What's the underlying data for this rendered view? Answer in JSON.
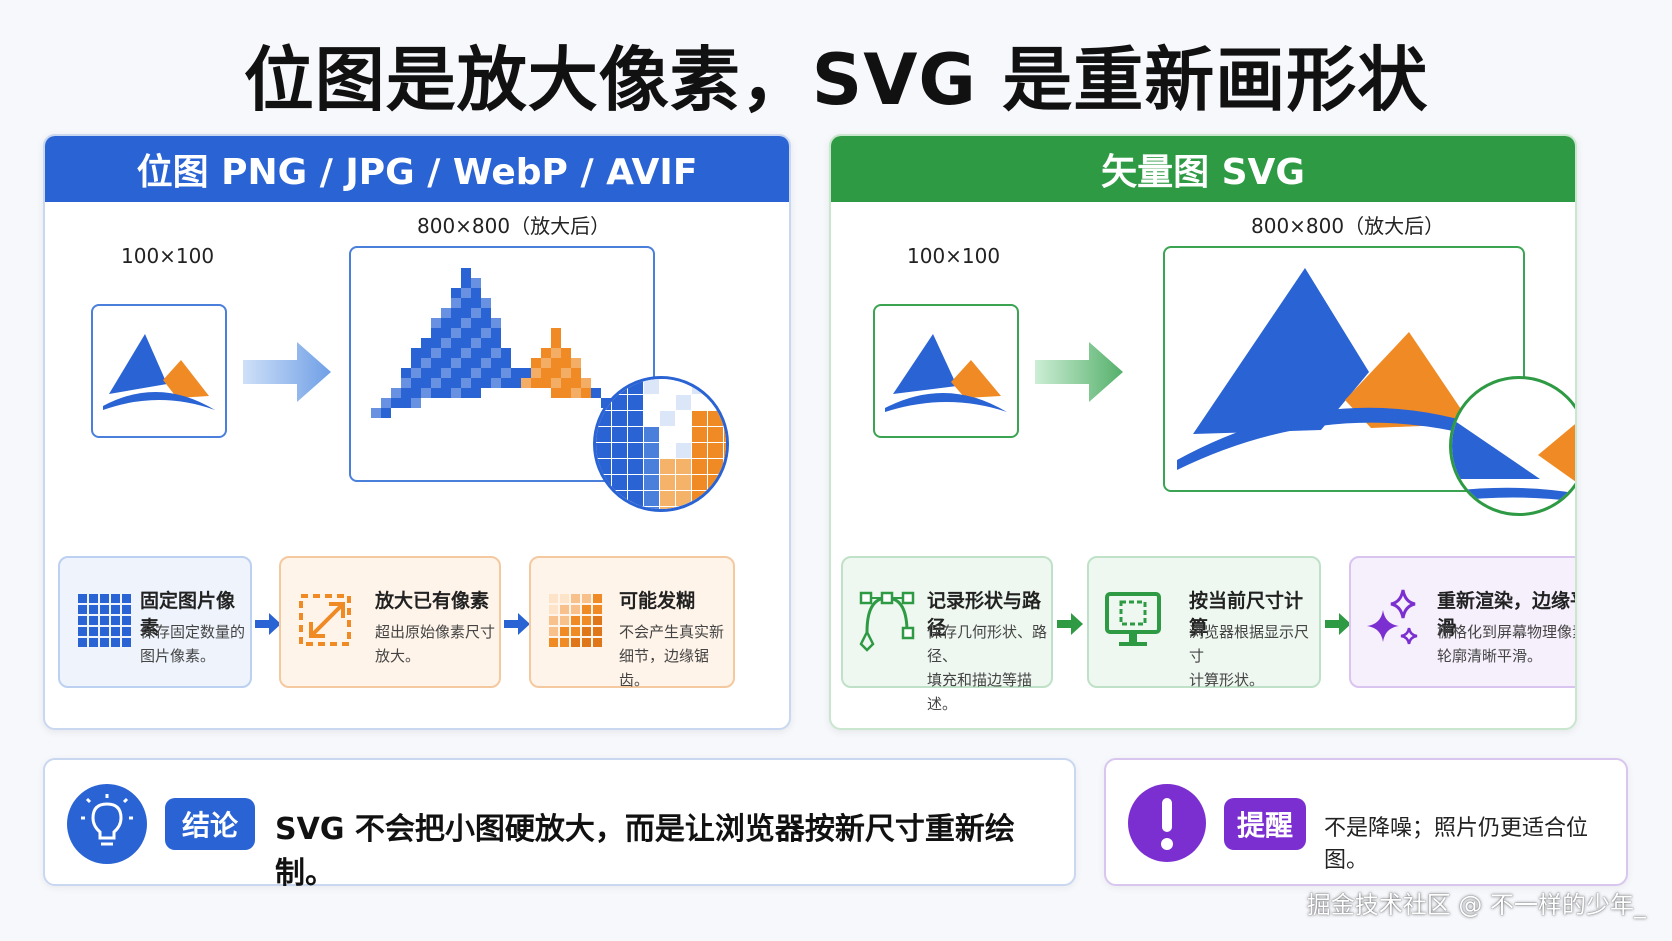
{
  "title": "位图是放大像素，SVG 是重新画形状",
  "colors": {
    "bitmap_blue": "#2a63d4",
    "vector_green": "#2e9a44",
    "orange": "#f08a24",
    "purple": "#7b2fd0"
  },
  "bitmap": {
    "header": "位图 PNG / JPG / WebP / AVIF",
    "small_label": "100×100",
    "large_label": "800×800（放大后）",
    "cards": [
      {
        "icon": "pixel-grid-icon",
        "title": "固定图片像素",
        "desc1": "保存固定数量的",
        "desc2": "图片像素。"
      },
      {
        "icon": "expand-icon",
        "title": "放大已有像素",
        "desc1": "超出原始像素尺寸",
        "desc2": "放大。"
      },
      {
        "icon": "blurry-grid-icon",
        "title": "可能发糊",
        "desc1": "不会产生真实新",
        "desc2": "细节，边缘锯齿。"
      }
    ]
  },
  "vector": {
    "header": "矢量图 SVG",
    "small_label": "100×100",
    "large_label": "800×800（放大后）",
    "cards": [
      {
        "icon": "bezier-pen-icon",
        "title": "记录形状与路径",
        "desc1": "保存几何形状、路径、",
        "desc2": "填充和描边等描述。"
      },
      {
        "icon": "monitor-icon",
        "title": "按当前尺寸计算",
        "desc1": "浏览器根据显示尺寸",
        "desc2": "计算形状。"
      },
      {
        "icon": "sparkle-icon",
        "title": "重新渲染，边缘平滑",
        "desc1": "栅格化到屏幕物理像素，",
        "desc2": "轮廓清晰平滑。"
      }
    ]
  },
  "conclusion": {
    "icon": "lightbulb-icon",
    "badge": "结论",
    "text": "SVG 不会把小图硬放大，而是让浏览器按新尺寸重新绘制。"
  },
  "tip": {
    "icon": "exclamation-icon",
    "badge": "提醒",
    "text": "不是降噪；照片仍更适合位图。"
  },
  "watermark": "掘金技术社区 @ 不一样的少年_"
}
